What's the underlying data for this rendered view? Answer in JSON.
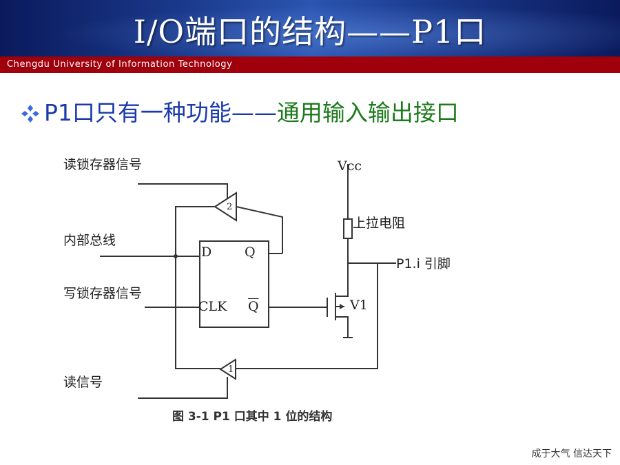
{
  "header": {
    "title": "I/O端口的结构——P1口",
    "band_text": "Chengdu University of Information Technology"
  },
  "bullet": {
    "icon": "diamond-bullet-icon",
    "part1": "P1口只有一种功能——",
    "part2": "通用输入输出接口",
    "colors": {
      "part1": "#1a3aa8",
      "part2": "#1c7a1c"
    }
  },
  "figure": {
    "labels": {
      "read_latch": "读锁存器信号",
      "internal_bus": "内部总线",
      "write_latch": "写锁存器信号",
      "read_pin": "读信号",
      "vcc": "Vcc",
      "pullup": "上拉电阻",
      "pin": "P1.i 引脚",
      "d": "D",
      "q": "Q",
      "clk": "CLK",
      "qbar": "Q",
      "v1": "V1",
      "buf2": "2",
      "buf1": "1"
    },
    "caption": "图 3-1    P1 口其中 1 位的结构"
  },
  "footer": {
    "slogan": "成于大气  信达天下"
  }
}
